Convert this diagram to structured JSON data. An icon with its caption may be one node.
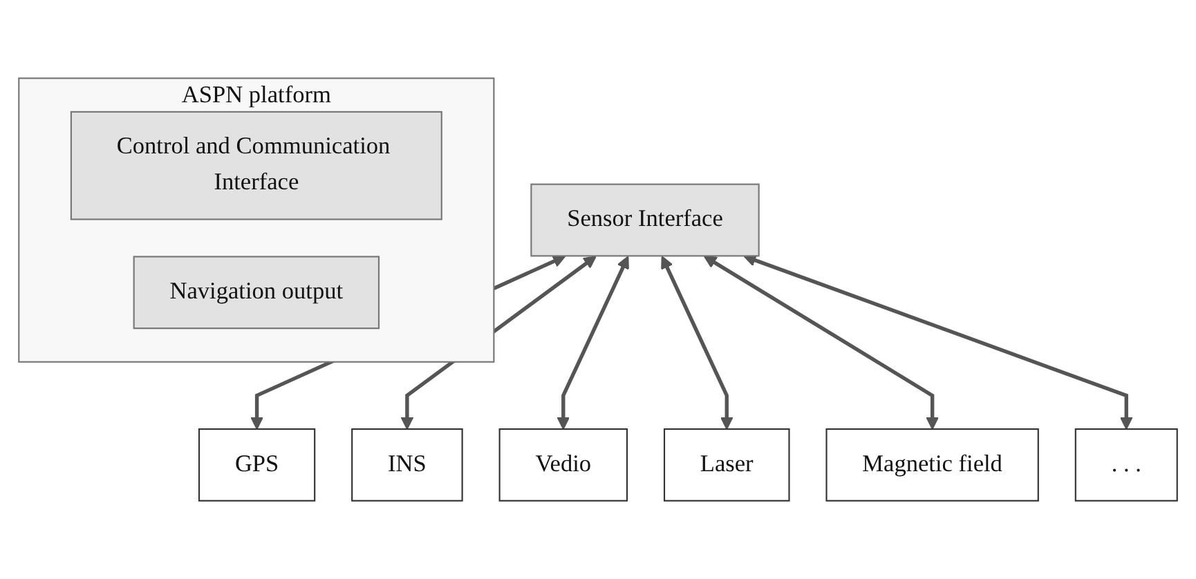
{
  "diagram": {
    "nodes": [
      {
        "text": [
          "ASPN platform"
        ]
      },
      {
        "text": [
          "Control and Communication Interface"
        ],
        "in": 0
      },
      {
        "text": [
          "Navigation output"
        ],
        "in": 0
      },
      {
        "text": [
          "Sensor Interface"
        ]
      },
      {
        "text": [
          "GPS"
        ]
      },
      {
        "text": [
          "INS"
        ]
      },
      {
        "text": [
          "Vedio"
        ]
      },
      {
        "text": [
          "Laser"
        ]
      },
      {
        "text": [
          "Magnetic field"
        ]
      },
      {
        "text": [
          ". . ."
        ]
      }
    ],
    "edges": [
      {
        "from": 3,
        "to": 4,
        "arrow": "both"
      },
      {
        "from": 3,
        "to": 5,
        "arrow": "both"
      },
      {
        "from": 3,
        "to": 6,
        "arrow": "both"
      },
      {
        "from": 3,
        "to": 7,
        "arrow": "both"
      },
      {
        "from": 3,
        "to": 8,
        "arrow": "both"
      },
      {
        "from": 3,
        "to": 9,
        "arrow": "both"
      }
    ]
  }
}
